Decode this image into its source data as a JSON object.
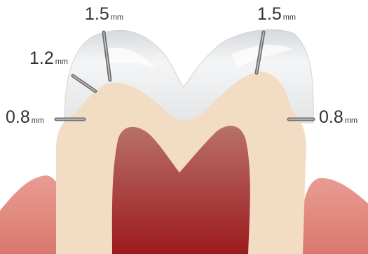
{
  "labels": {
    "left_cervical": {
      "value": "0.8",
      "unit": "mm"
    },
    "left_axial": {
      "value": "1.2",
      "unit": "mm"
    },
    "left_occlusal": {
      "value": "1.5",
      "unit": "mm"
    },
    "right_occlusal": {
      "value": "1.5",
      "unit": "mm"
    },
    "right_cervical": {
      "value": "0.8",
      "unit": "mm"
    }
  },
  "colors": {
    "crown": "#eef0f2",
    "dentin": "#f3dcc4",
    "pulp_top": "#b86e65",
    "pulp_bottom": "#a01f22",
    "gingiva": "#e38d83",
    "gauge": "#7a7a7a"
  }
}
